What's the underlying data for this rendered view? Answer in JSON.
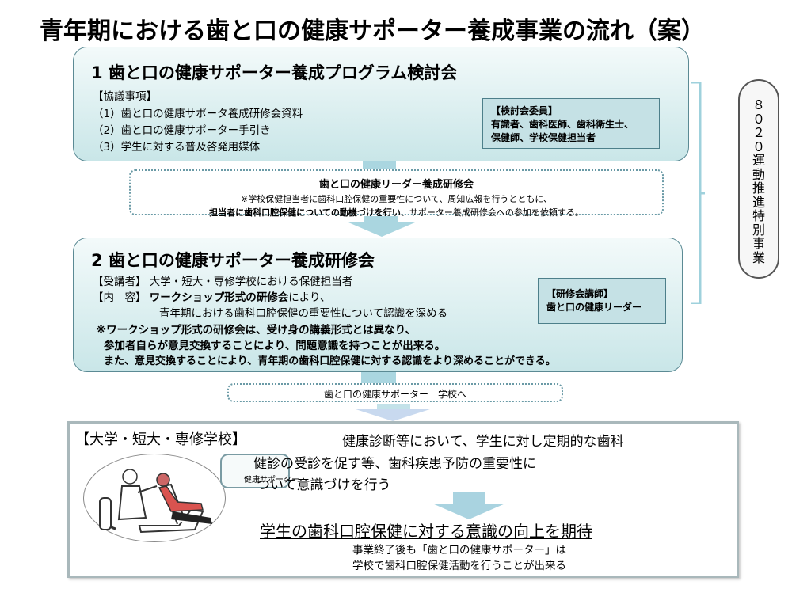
{
  "title": "青年期における歯と口の健康サポーター養成事業の流れ（案）",
  "panel1": {
    "heading": "1 歯と口の健康サポーター養成プログラム検討会",
    "agenda_label": "【協議事項】",
    "items": [
      "（1）歯と口の健康サポータ養成研修会資料",
      "（2）歯と口の健康サポーター手引き",
      "（3）学生に対する普及啓発用媒体"
    ],
    "committee_label": "【検討会委員】",
    "committee_line1": "有識者、歯科医師、歯科衛生士、",
    "committee_line2": "保健師、学校保健担当者"
  },
  "leader": {
    "title": "歯と口の健康リーダー養成研修会",
    "line1": "※学校保健担当者に歯科口腔保健の重要性について、周知広報を行うとともに、",
    "line2_bold": "担当者に歯科口腔保健についての動機づけを行い",
    "line2_rest": "、サポーター養成研修会への参加を依頼する。"
  },
  "panel2": {
    "heading": "2 歯と口の健康サポーター養成研修会",
    "attendee_label": "【受講者】",
    "attendee_text": "大学・短大・専修学校における保健担当者",
    "content_label": "【内　容】",
    "content_bold": "ワークショップ形式の研修会",
    "content_rest": "により、",
    "content_line2": "青年期における歯科口腔保健の重要性について認識を深める",
    "note1": "※ワークショップ形式の研修会は、受け身の講義形式とは異なり、",
    "note2": "参加者自らが意見交換することにより、問題意識を持つことが出来る。",
    "note3": "また、意見交換することにより、青年期の歯科口腔保健に対する認識をより深めることができる。",
    "lecturer_label": "【研修会講師】",
    "lecturer_text": "歯と口の健康リーダー"
  },
  "to_school": "歯と口の健康サポーター　学校へ",
  "school": {
    "label": "【大学・短大・専修学校】",
    "line1": "健康診断等において、学生に対し定期的な歯科",
    "line2": "健診の受診を促す等、歯科疾患予防の重要性に",
    "line3": "ついて意識づけを行う",
    "small_box_text": "健康サポーター",
    "expect": "学生の歯科口腔保健に対する意識の向上を期待",
    "after1": "事業終了後も「歯と口の健康サポーター」は",
    "after2": "学校で歯科口腔保健活動を行うことが出来る"
  },
  "side_label": [
    "８",
    "０",
    "２",
    "０",
    "運",
    "動",
    "推",
    "進",
    "特",
    "別",
    "事",
    "業"
  ],
  "colors": {
    "panel_fill": "#c9e6e8",
    "panel_border": "#5b8a94",
    "arrow": "#aad6e0"
  }
}
